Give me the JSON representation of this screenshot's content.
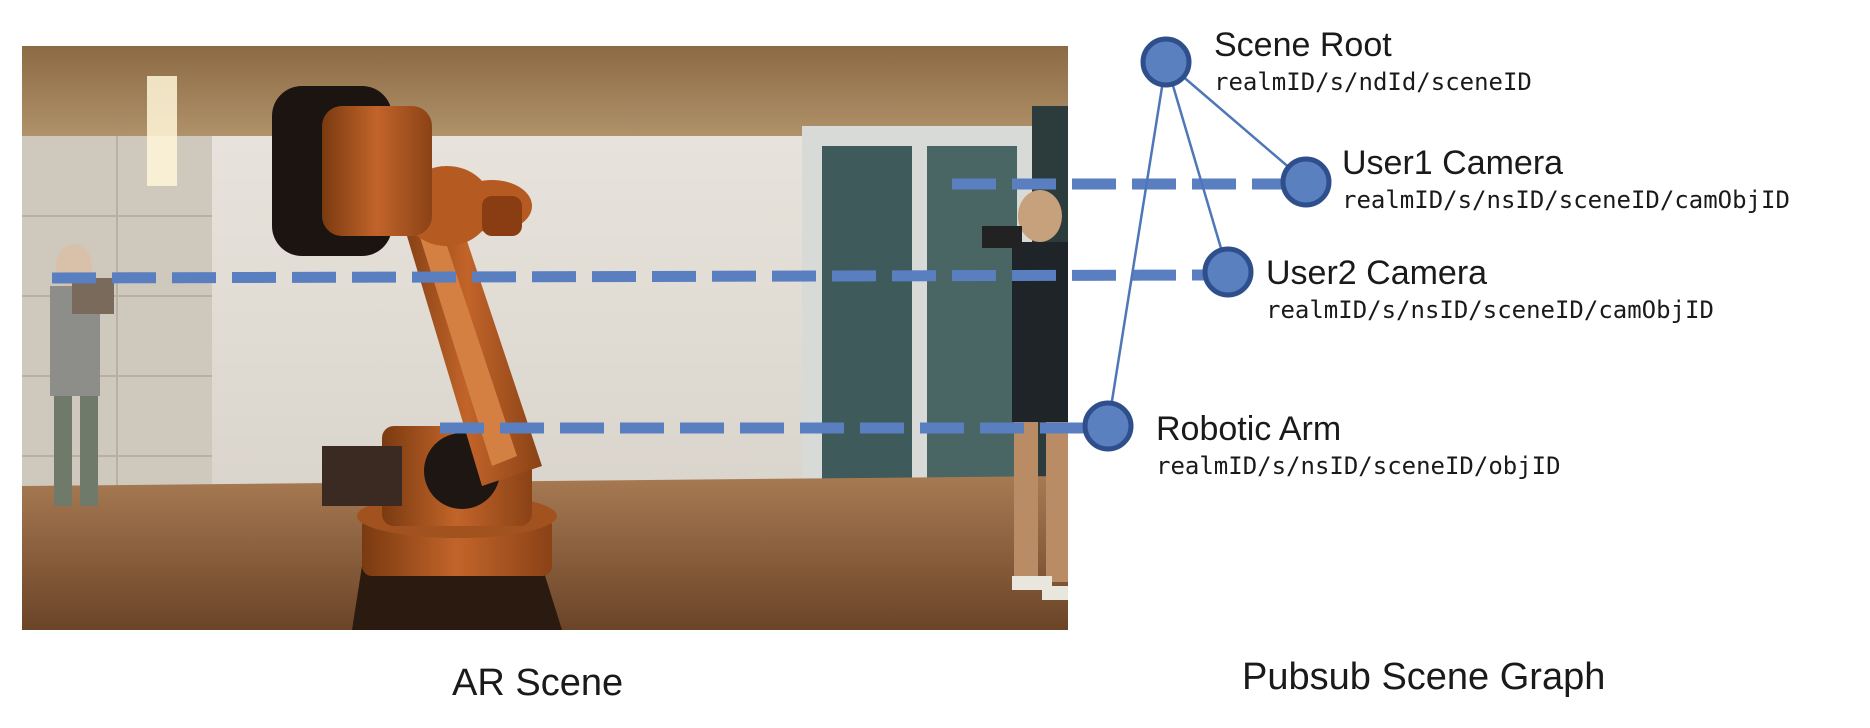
{
  "captions": {
    "left": "AR Scene",
    "right": "Pubsub Scene Graph"
  },
  "nodes": {
    "scene_root": {
      "label": "Scene Root",
      "path": "realmID/s/ndId/sceneID"
    },
    "user1_camera": {
      "label": "User1 Camera",
      "path": "realmID/s/nsID/sceneID/camObjID"
    },
    "user2_camera": {
      "label": "User2 Camera",
      "path": "realmID/s/nsID/sceneID/camObjID"
    },
    "robotic_arm": {
      "label": "Robotic Arm",
      "path": "realmID/s/nsID/sceneID/objID"
    }
  },
  "colors": {
    "node_fill": "#5b80c0",
    "node_stroke": "#2f4f8c",
    "edge": "#4f76b8",
    "dash": "#5a7fc0"
  },
  "photo": {
    "description_icon": "robot-arm-photo"
  }
}
